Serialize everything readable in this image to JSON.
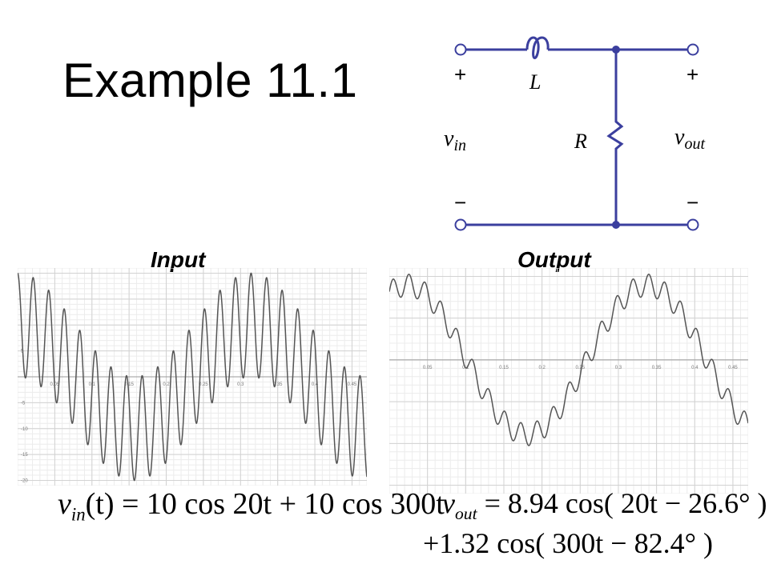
{
  "slide": {
    "title": "Example 11.1"
  },
  "circuit": {
    "inductor_label": "L",
    "resistor_label": "R",
    "vin_var": "v",
    "vin_sub": "in",
    "vout_var": "v",
    "vout_sub": "out",
    "plus_left": "+",
    "plus_right": "+",
    "minus_left": "−",
    "minus_right": "−",
    "wire_color": "#3b3f9e"
  },
  "captions": {
    "input": "Input",
    "output": "Output"
  },
  "equations": {
    "vin": {
      "var": "v",
      "sub": "in",
      "rhs": "(t) = 10 cos 20t + 10 cos 300t"
    },
    "vout_line1": {
      "var": "v",
      "sub": "out",
      "rhs": " = 8.94 cos( 20t − 26.6° )"
    },
    "vout_line2": "+1.32 cos( 300t − 82.4° )"
  },
  "chart_data": [
    {
      "type": "line",
      "name": "input",
      "x_ticks": [
        "0.05",
        "0.1",
        "0.15",
        "0.2",
        "0.25",
        "0.3",
        "0.35",
        "0.4",
        "0.45"
      ],
      "y_ticks": [
        "5",
        "-5",
        "-10",
        "-15",
        "-20"
      ],
      "xlim": [
        0,
        0.47
      ],
      "ylim": [
        -21,
        21
      ],
      "grid": true,
      "function": "10*cos(20t) + 10*cos(300t)",
      "series_color": "#555555"
    },
    {
      "type": "line",
      "name": "output",
      "x_ticks": [
        "0.05",
        "0.1",
        "0.15",
        "0.2",
        "0.25",
        "0.3",
        "0.35",
        "0.4",
        "0.45"
      ],
      "xlim": [
        0,
        0.47
      ],
      "ylim": [
        -16,
        11
      ],
      "grid": true,
      "function": "8.94*cos(20t - 26.6deg) + 1.32*cos(300t - 82.4deg)",
      "series_color": "#555555"
    }
  ]
}
